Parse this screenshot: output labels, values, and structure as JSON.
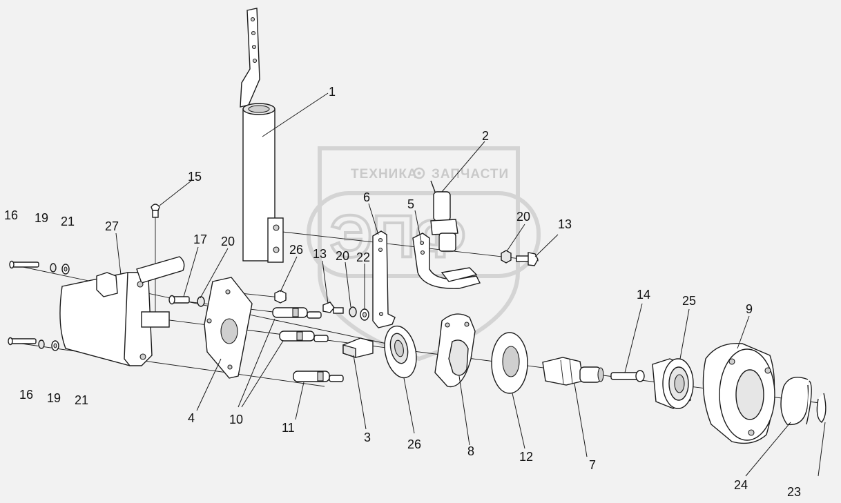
{
  "watermark": {
    "left_text": "ТЕХНИКА",
    "right_text": "ЗАПЧАСТИ",
    "big_text": "ЭПФ"
  },
  "callouts": [
    {
      "id": "c1",
      "text": "1"
    },
    {
      "id": "c2",
      "text": "2"
    },
    {
      "id": "c3",
      "text": "3"
    },
    {
      "id": "c4",
      "text": "4"
    },
    {
      "id": "c5",
      "text": "5"
    },
    {
      "id": "c6",
      "text": "6"
    },
    {
      "id": "c7",
      "text": "7"
    },
    {
      "id": "c8",
      "text": "8"
    },
    {
      "id": "c9",
      "text": "9"
    },
    {
      "id": "c10",
      "text": "10"
    },
    {
      "id": "c11",
      "text": "11"
    },
    {
      "id": "c12",
      "text": "12"
    },
    {
      "id": "c13a",
      "text": "13"
    },
    {
      "id": "c13b",
      "text": "13"
    },
    {
      "id": "c14",
      "text": "14"
    },
    {
      "id": "c15",
      "text": "15"
    },
    {
      "id": "c16a",
      "text": "16"
    },
    {
      "id": "c16b",
      "text": "16"
    },
    {
      "id": "c17",
      "text": "17"
    },
    {
      "id": "c19a",
      "text": "19"
    },
    {
      "id": "c19b",
      "text": "19"
    },
    {
      "id": "c20a",
      "text": "20"
    },
    {
      "id": "c20b",
      "text": "20"
    },
    {
      "id": "c20c",
      "text": "20"
    },
    {
      "id": "c21a",
      "text": "21"
    },
    {
      "id": "c21b",
      "text": "21"
    },
    {
      "id": "c22",
      "text": "22"
    },
    {
      "id": "c23",
      "text": "23"
    },
    {
      "id": "c24",
      "text": "24"
    },
    {
      "id": "c25",
      "text": "25"
    },
    {
      "id": "c26a",
      "text": "26"
    },
    {
      "id": "c26b",
      "text": "26"
    },
    {
      "id": "c27",
      "text": "27"
    }
  ]
}
